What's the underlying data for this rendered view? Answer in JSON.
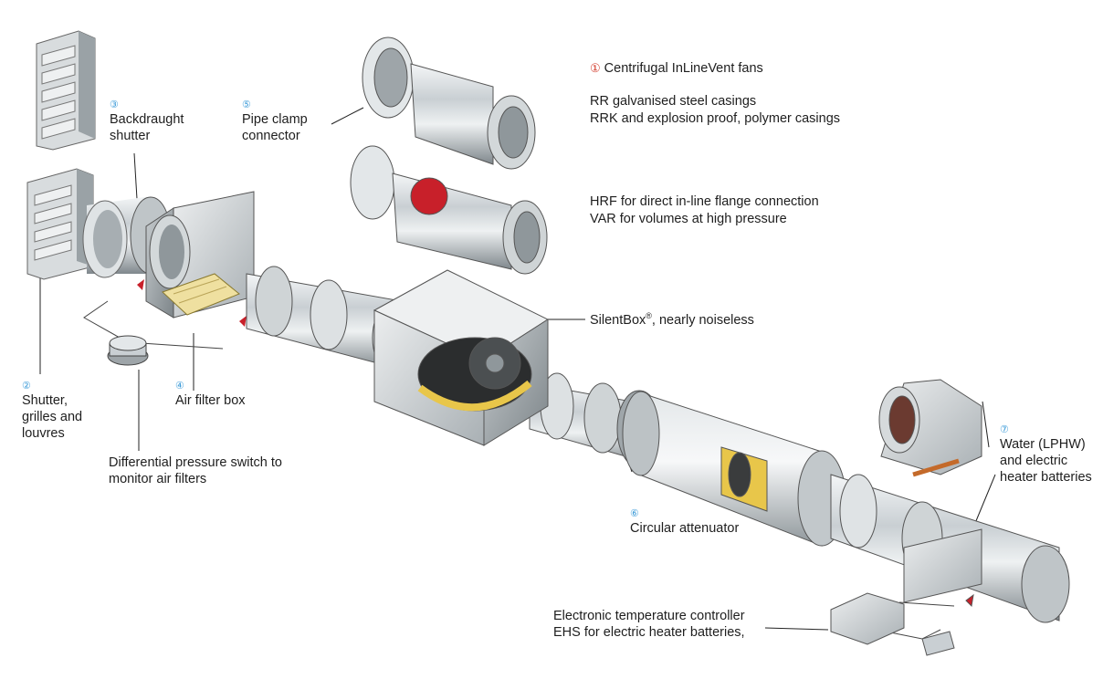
{
  "labels": {
    "fans": {
      "num": "①",
      "title": "Centrifugal InLineVent fans",
      "line1": "RR galvanised steel casings",
      "line2": "RRK and explosion proof, polymer casings",
      "line3": "HRF for direct in-line flange connection",
      "line4": "VAR for volumes at high pressure"
    },
    "shutter_grilles": {
      "num": "②",
      "line1": "Shutter,",
      "line2": "grilles and",
      "line3": "louvres"
    },
    "backdraught": {
      "num": "③",
      "line1": "Backdraught",
      "line2": "shutter"
    },
    "air_filter_box": {
      "num": "④",
      "text": "Air filter box"
    },
    "pipe_clamp": {
      "num": "⑤",
      "line1": "Pipe clamp",
      "line2": "connector"
    },
    "attenuator": {
      "num": "⑥",
      "text": "Circular attenuator"
    },
    "heater": {
      "num": "⑦",
      "line1": "Water (LPHW)",
      "line2": "and electric",
      "line3": "heater batteries"
    },
    "silentbox": {
      "name": "SilentBox",
      "reg": "®",
      "rest": ", nearly noiseless"
    },
    "pressure_switch": {
      "line1": "Differential pressure switch to",
      "line2": "monitor air filters"
    },
    "temp_controller": {
      "line1": "Electronic temperature controller",
      "line2": "EHS for electric heater batteries,"
    }
  },
  "colors": {
    "number_blue": "#3a9ad8",
    "number_red": "#d23a2a",
    "insulation_yellow": "#e8c64a",
    "airflow_arrow": "#c8202a"
  },
  "icons": [
    "louvre-grille-icon",
    "duct-pipe-icon",
    "fan-impeller-icon",
    "filter-box-icon",
    "silencer-box-icon",
    "heater-battery-icon",
    "pressure-switch-icon",
    "temperature-controller-icon",
    "airflow-arrow-icon"
  ]
}
